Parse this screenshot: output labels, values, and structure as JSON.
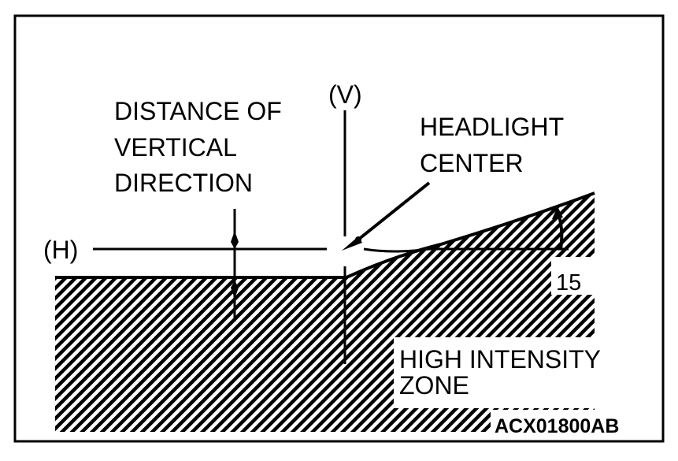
{
  "labels": {
    "distance_line1": "DISTANCE OF",
    "distance_line2": "VERTICAL",
    "distance_line3": "DIRECTION",
    "vertical_axis": "(V)",
    "horizontal_axis": "(H)",
    "headlight_line1": "HEADLIGHT",
    "headlight_line2": "CENTER",
    "angle": "15",
    "zone_line1": "HIGH INTENSITY",
    "zone_line2": "ZONE",
    "figure_code": "ACX01800AB"
  },
  "colors": {
    "ink": "#000000",
    "paper": "#ffffff"
  }
}
